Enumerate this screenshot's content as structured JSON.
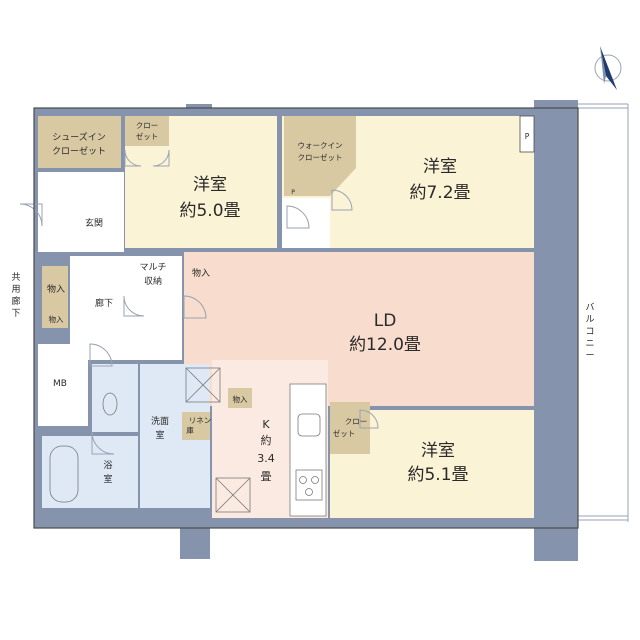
{
  "colors": {
    "wall": "#8593ad",
    "western_room": "#fbf3d6",
    "ld": "#f8dccd",
    "kitchen": "#fbeae1",
    "closet": "#d9c9a3",
    "wet_area": "#dfe8f5",
    "hall": "#ffffff",
    "outline": "#4b4b4b",
    "compass_fill": "#1e3c6e"
  },
  "compass": {
    "icon": "north-arrow-icon"
  },
  "rooms": {
    "shoes_closet": {
      "line1": "シューズイン",
      "line2": "クローゼット"
    },
    "closet_top": {
      "line1": "クロー",
      "line2": "ゼット"
    },
    "room1": {
      "name": "洋室",
      "size": "約5.0畳"
    },
    "walkin": {
      "line1": "ウォークイン",
      "line2": "クローゼット"
    },
    "room2": {
      "name": "洋室",
      "size": "約7.2畳"
    },
    "p_top": "P",
    "p_small": "P",
    "entrance": "玄関",
    "multi_storage": {
      "line1": "マルチ",
      "line2": "収納"
    },
    "storage_a": "物入",
    "storage_b": "物入",
    "storage_c": "物入",
    "storage_d": "物入",
    "corridor": "廊下",
    "common_corridor": [
      "共",
      "用",
      "廊",
      "下"
    ],
    "ld": {
      "name": "LD",
      "size": "約12.0畳"
    },
    "mb": "MB",
    "washroom": {
      "line1": "洗面",
      "line2": "室"
    },
    "linen": {
      "line1": "リネン",
      "line2": "庫"
    },
    "kitchen": {
      "line1": "K",
      "line2": "約",
      "line3": "3.4",
      "line4": "畳"
    },
    "closet_bottom": {
      "line1": "クロー",
      "line2": "ゼット"
    },
    "room3": {
      "name": "洋室",
      "size": "約5.1畳"
    },
    "bath": {
      "line1": "浴",
      "line2": "室"
    },
    "balcony": [
      "バ",
      "ル",
      "コ",
      "ニ",
      "ー"
    ]
  }
}
